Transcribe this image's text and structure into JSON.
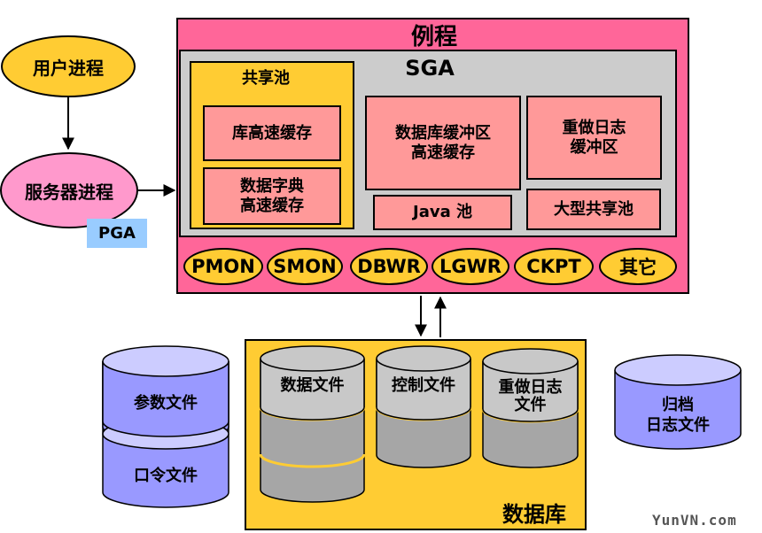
{
  "client": {
    "user_process": "用户进程",
    "server_process": "服务器进程",
    "pga": "PGA"
  },
  "instance": {
    "title": "例程",
    "sga": {
      "title": "SGA",
      "shared_pool": {
        "title": "共享池",
        "library_cache": "库高速缓存",
        "dictionary_cache_line1": "数据字典",
        "dictionary_cache_line2": "高速缓存"
      },
      "buffer_cache_line1": "数据库缓冲区",
      "buffer_cache_line2": "高速缓存",
      "redo_buffer_line1": "重做日志",
      "redo_buffer_line2": "缓冲区",
      "java_pool": "Java 池",
      "large_pool": "大型共享池"
    },
    "processes": [
      "PMON",
      "SMON",
      "DBWR",
      "LGWR",
      "CKPT",
      "其它"
    ]
  },
  "database": {
    "title": "数据库",
    "data_files": "数据文件",
    "control_files": "控制文件",
    "redo_files_line1": "重做日志",
    "redo_files_line2": "文件"
  },
  "external_files": {
    "parameter_file": "参数文件",
    "password_file": "口令文件",
    "archive_line1": "归档",
    "archive_line2": "日志文件"
  },
  "watermark": "YunVN.com",
  "colors": {
    "instance": "#ff6699",
    "sga": "#cccccc",
    "memory_box": "#ff9999",
    "yellow": "#ffcc33",
    "server_process": "#ff99cc",
    "pga": "#99ccff",
    "cylinder_top": "#c8c8c8",
    "cylinder_body": "#a6a6a6",
    "external_cylinder_top": "#ccccff",
    "external_cylinder_body": "#9999ff"
  }
}
